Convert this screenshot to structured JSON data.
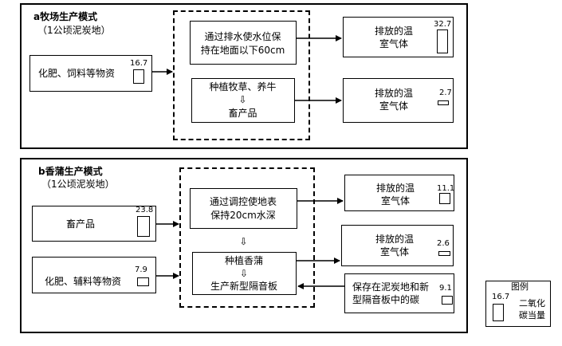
{
  "panel_a": {
    "title": "a牧场生产模式",
    "subtitle": "（1公顷泥炭地）",
    "input": {
      "label": "化肥、饲料等物资",
      "value": "16.7"
    },
    "process1": {
      "line1": "通过排水使水位保",
      "line2": "持在地面以下60cm"
    },
    "process2": {
      "line1": "种植牧草、养牛",
      "arrow": "⇩",
      "line2": "畜产品"
    },
    "output1": {
      "line1": "排放的温",
      "line2": "室气体",
      "value": "32.7"
    },
    "output2": {
      "line1": "排放的温",
      "line2": "室气体",
      "value": "2.7"
    }
  },
  "panel_b": {
    "title": "b香蒲生产模式",
    "subtitle": "（1公顷泥炭地）",
    "input1": {
      "label": "畜产品",
      "value": "23.8"
    },
    "input2": {
      "label": "化肥、辅料等物资",
      "value": "7.9"
    },
    "process1": {
      "line1": "通过调控使地表",
      "line2": "保持20cm水深"
    },
    "mid_arrow": "⇩",
    "process2": {
      "line1": "种植香蒲",
      "arrow": "⇩",
      "line2": "生产新型隔音板"
    },
    "output1": {
      "line1": "排放的温",
      "line2": "室气体",
      "value": "11.1"
    },
    "output2": {
      "line1": "排放的温",
      "line2": "室气体",
      "value": "2.6"
    },
    "storage": {
      "line1": "保存在泥炭地和新",
      "line2": "型隔音板中的碳",
      "value": "9.1"
    }
  },
  "legend": {
    "title": "图例",
    "value": "16.7",
    "label_line1": "二氧化",
    "label_line2": "碳当量"
  }
}
